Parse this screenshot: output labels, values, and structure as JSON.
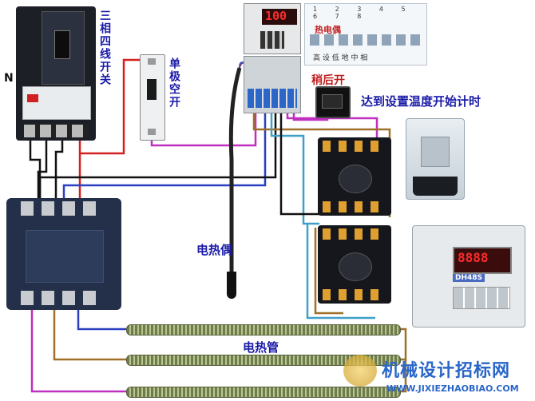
{
  "labels": {
    "three_phase_switch": "三相四线开关",
    "single_pole_breaker": "单极空开",
    "neutral": "N",
    "thermocouple": "电热偶",
    "heating_tube": "电热管",
    "rocker_switch": "稍后开",
    "timer_note": "达到设置温度开始计时",
    "terminal_title": "热电偶",
    "terminal_bottom": "高 设 低 地     中 相",
    "terminal_numbers": "1 2 3 4 5 6 7 8",
    "temp_display": "100",
    "timer_model": "DH48S",
    "watermark_cn": "机械设计招标网",
    "watermark_url": "WWW.JIXIEZHAOBIAO.COM"
  },
  "colors": {
    "wire_red": "#d42020",
    "wire_black": "#111111",
    "wire_blue": "#2a40c0",
    "wire_magenta": "#c030c0",
    "wire_brown": "#a0702a",
    "wire_cyan": "#40a0c8",
    "label_blue": "#1a1aa8",
    "component_dark": "#20283a"
  }
}
